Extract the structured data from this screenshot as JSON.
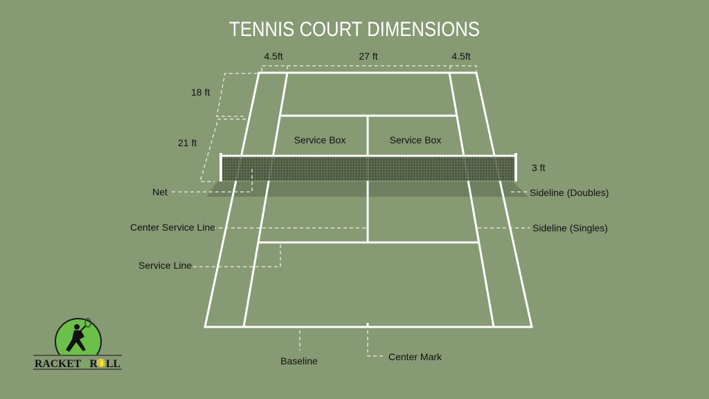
{
  "title": "TENNIS COURT DIMENSIONS",
  "dimensions": {
    "alley_left": "4.5ft",
    "singles_width": "27 ft",
    "alley_right": "4.5ft",
    "backcourt_depth": "18 ft",
    "service_depth": "21 ft",
    "net_height": "3 ft"
  },
  "boxes": {
    "left": "Service Box",
    "right": "Service Box"
  },
  "labels": {
    "net": "Net",
    "sideline_doubles": "Sideline (Doubles)",
    "center_service_line": "Center Service Line",
    "sideline_singles": "Sideline (Singles)",
    "service_line": "Service Line",
    "baseline": "Baseline",
    "center_mark": "Center Mark"
  },
  "logo": {
    "text": "RACKET & ROLL"
  },
  "colors": {
    "background": "#869a74",
    "lines": "#ffffff",
    "logo_green": "#6cc04a"
  }
}
